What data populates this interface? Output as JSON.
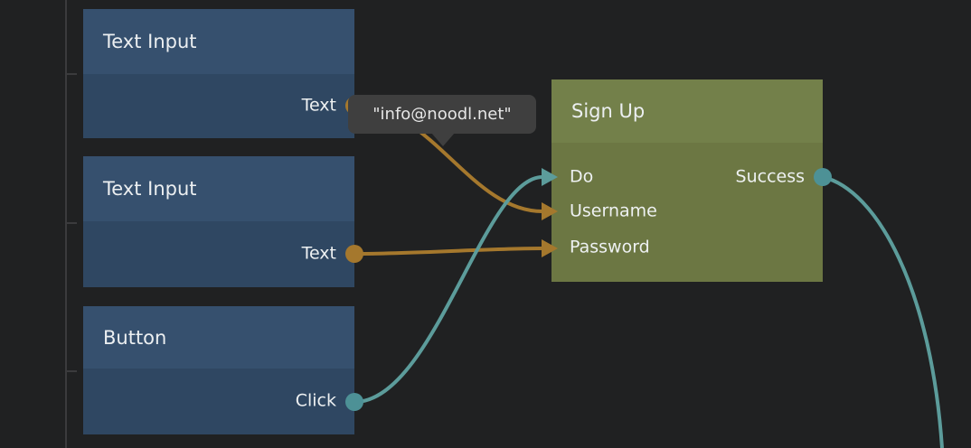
{
  "canvas": {
    "background": "#202122"
  },
  "ruler": {
    "color": "#3b3b3d"
  },
  "colors": {
    "blue_header": "#36506e",
    "blue_body": "#2f4762",
    "green_header": "#73804a",
    "green_body": "#6c7743",
    "signal": "#5c9c9b",
    "signal_port": "#4d9196",
    "string": "#a5782d",
    "tooltip_bg": "#3f3f3f",
    "text": "#eceff1"
  },
  "nodes": {
    "text_input_1": {
      "title": "Text Input",
      "outputs": [
        {
          "label": "Text"
        }
      ]
    },
    "text_input_2": {
      "title": "Text Input",
      "outputs": [
        {
          "label": "Text"
        }
      ]
    },
    "button": {
      "title": "Button",
      "outputs": [
        {
          "label": "Click"
        }
      ]
    },
    "sign_up": {
      "title": "Sign Up",
      "inputs": [
        {
          "label": "Do"
        },
        {
          "label": "Username"
        },
        {
          "label": "Password"
        }
      ],
      "outputs": [
        {
          "label": "Success"
        }
      ]
    }
  },
  "tooltip": {
    "text": "\"info@noodl.net\""
  }
}
